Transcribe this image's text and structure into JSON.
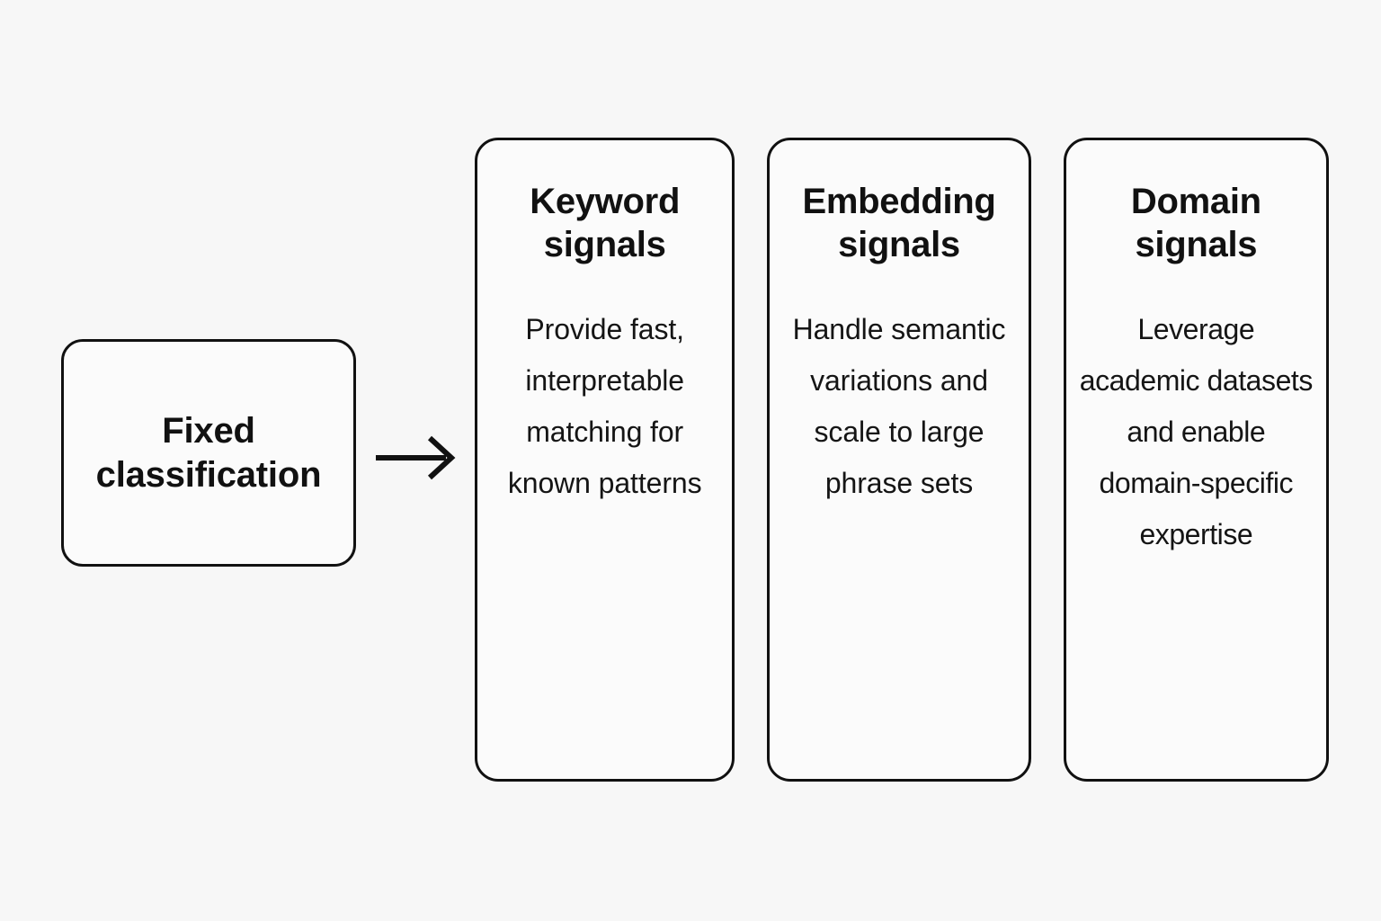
{
  "diagram": {
    "type": "flow",
    "background_color": "#f7f7f7",
    "stroke_color": "#111111",
    "text_color": "#121212",
    "source": {
      "label": "Fixed\nclassification"
    },
    "connector": {
      "icon": "arrow-right-icon",
      "direction": "right"
    },
    "cards": [
      {
        "title": "Keyword\nsignals",
        "body": "Provide fast, interpretable matching for known patterns"
      },
      {
        "title": "Embedding\nsignals",
        "body": "Handle semantic variations and scale to large phrase sets"
      },
      {
        "title": "Domain\nsignals",
        "body": "Leverage academic datasets and enable domain-specific expertise"
      }
    ]
  }
}
